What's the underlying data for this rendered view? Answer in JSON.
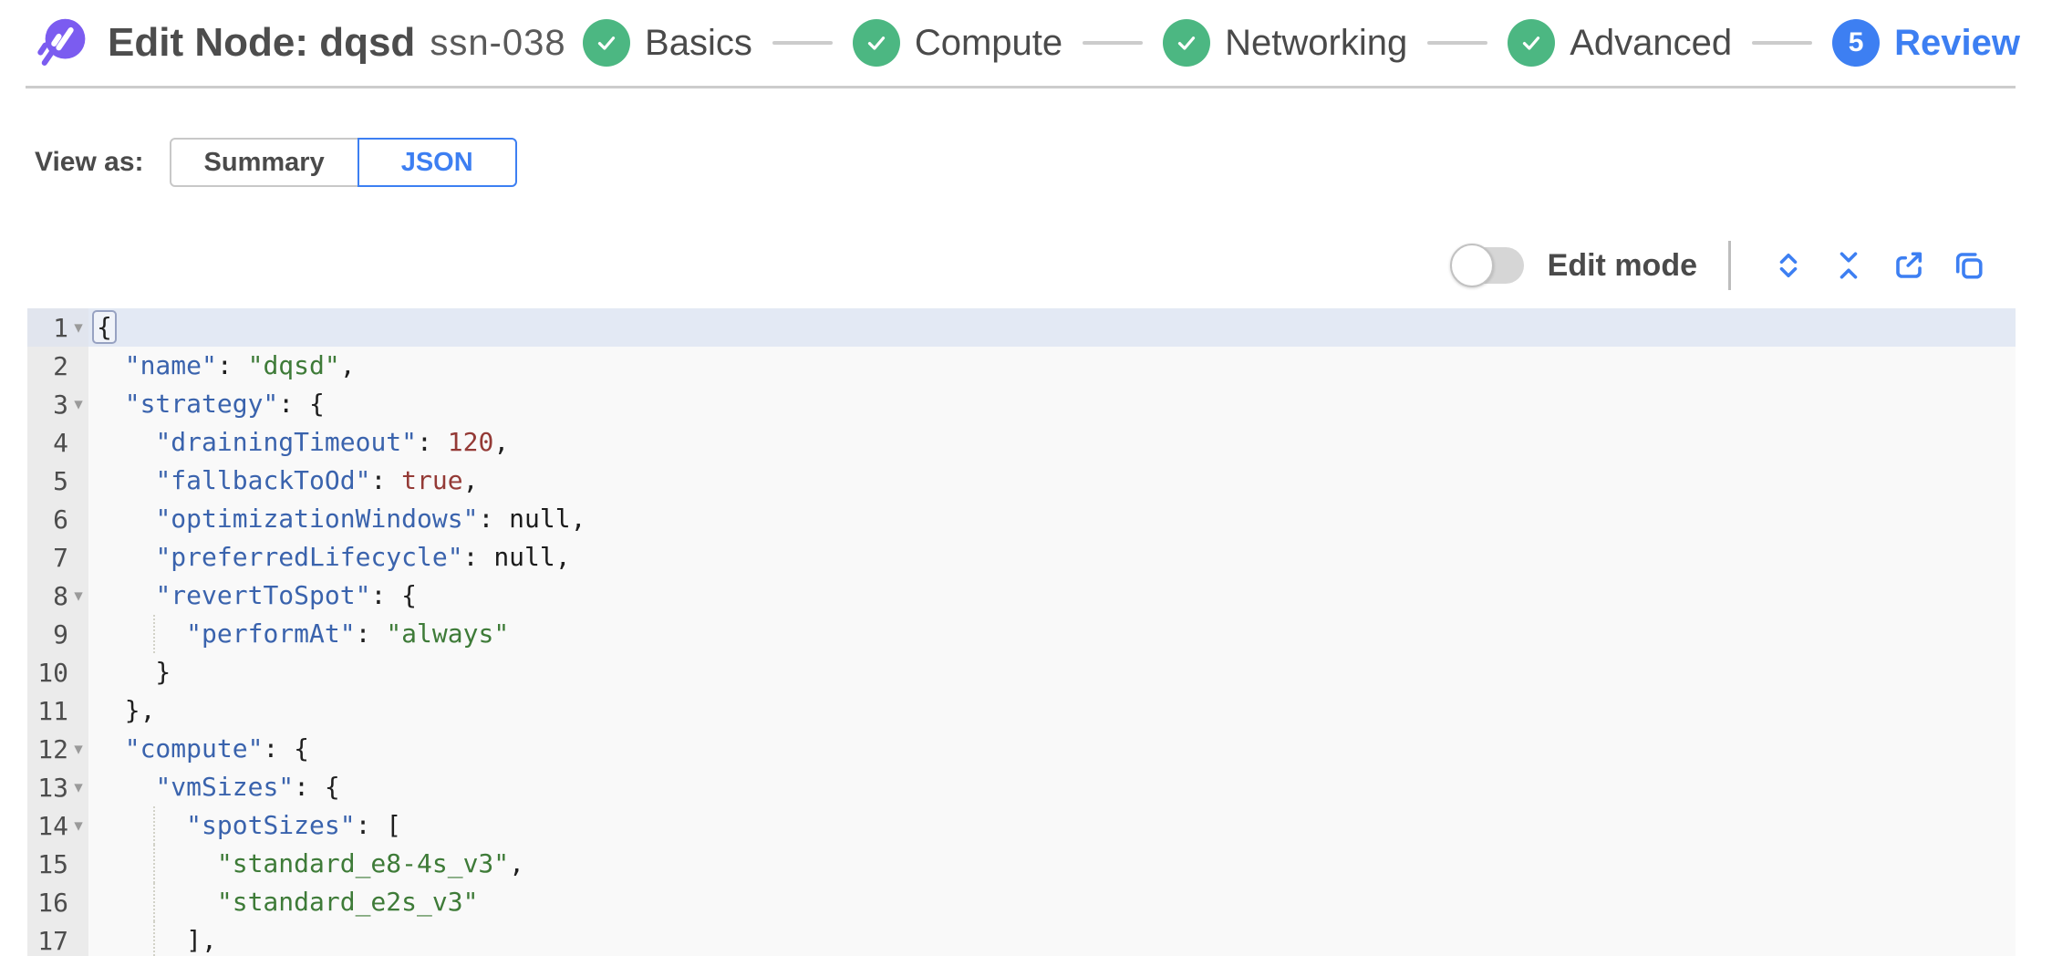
{
  "header": {
    "title": "Edit Node: dqsd",
    "subtitle": "ssn-038",
    "logo_color": "#7b5cf0"
  },
  "stepper": {
    "complete_color": "#4cb782",
    "current_color": "#3d7ff2",
    "steps": [
      {
        "label": "Basics",
        "state": "complete"
      },
      {
        "label": "Compute",
        "state": "complete"
      },
      {
        "label": "Networking",
        "state": "complete"
      },
      {
        "label": "Advanced",
        "state": "complete"
      },
      {
        "label": "Review",
        "state": "current",
        "number": "5"
      }
    ]
  },
  "view_as": {
    "label": "View as:",
    "options": [
      {
        "label": "Summary",
        "selected": false
      },
      {
        "label": "JSON",
        "selected": true
      }
    ]
  },
  "toolbar": {
    "edit_mode_label": "Edit mode",
    "edit_mode_on": false,
    "accent": "#3d7ff2",
    "icons": [
      "expand-all-icon",
      "collapse-all-icon",
      "export-icon",
      "copy-icon"
    ]
  },
  "editor": {
    "colors": {
      "key": "#3a63ad",
      "string": "#3e7b38",
      "number": "#943a36",
      "null": "#1c1c1c",
      "active_line": "#e3e9f4",
      "gutter_bg": "#ebebeb",
      "code_bg": "#f9f9f9"
    },
    "lines": [
      {
        "n": 1,
        "fold": true,
        "active": true,
        "segs": [
          [
            "cur",
            "{"
          ]
        ]
      },
      {
        "n": 2,
        "segs": [
          [
            "pln",
            "  "
          ],
          [
            "key",
            "\"name\""
          ],
          [
            "pln",
            ": "
          ],
          [
            "str",
            "\"dqsd\""
          ],
          [
            "pln",
            ","
          ]
        ]
      },
      {
        "n": 3,
        "fold": true,
        "segs": [
          [
            "pln",
            "  "
          ],
          [
            "key",
            "\"strategy\""
          ],
          [
            "pln",
            ": {"
          ]
        ]
      },
      {
        "n": 4,
        "segs": [
          [
            "pln",
            "    "
          ],
          [
            "key",
            "\"drainingTimeout\""
          ],
          [
            "pln",
            ": "
          ],
          [
            "num2",
            "120"
          ],
          [
            "pln",
            ","
          ]
        ]
      },
      {
        "n": 5,
        "segs": [
          [
            "pln",
            "    "
          ],
          [
            "key",
            "\"fallbackToOd\""
          ],
          [
            "pln",
            ": "
          ],
          [
            "num2",
            "true"
          ],
          [
            "pln",
            ","
          ]
        ]
      },
      {
        "n": 6,
        "segs": [
          [
            "pln",
            "    "
          ],
          [
            "key",
            "\"optimizationWindows\""
          ],
          [
            "pln",
            ": "
          ],
          [
            "nul",
            "null"
          ],
          [
            "pln",
            ","
          ]
        ]
      },
      {
        "n": 7,
        "segs": [
          [
            "pln",
            "    "
          ],
          [
            "key",
            "\"preferredLifecycle\""
          ],
          [
            "pln",
            ": "
          ],
          [
            "nul",
            "null"
          ],
          [
            "pln",
            ","
          ]
        ]
      },
      {
        "n": 8,
        "fold": true,
        "segs": [
          [
            "pln",
            "    "
          ],
          [
            "key",
            "\"revertToSpot\""
          ],
          [
            "pln",
            ": {"
          ]
        ]
      },
      {
        "n": 9,
        "guides": [
          4
        ],
        "segs": [
          [
            "pln",
            "      "
          ],
          [
            "key",
            "\"performAt\""
          ],
          [
            "pln",
            ": "
          ],
          [
            "str",
            "\"always\""
          ]
        ]
      },
      {
        "n": 10,
        "segs": [
          [
            "pln",
            "    }"
          ]
        ]
      },
      {
        "n": 11,
        "segs": [
          [
            "pln",
            "  },"
          ]
        ]
      },
      {
        "n": 12,
        "fold": true,
        "segs": [
          [
            "pln",
            "  "
          ],
          [
            "key",
            "\"compute\""
          ],
          [
            "pln",
            ": {"
          ]
        ]
      },
      {
        "n": 13,
        "fold": true,
        "segs": [
          [
            "pln",
            "    "
          ],
          [
            "key",
            "\"vmSizes\""
          ],
          [
            "pln",
            ": {"
          ]
        ]
      },
      {
        "n": 14,
        "fold": true,
        "guides": [
          4
        ],
        "segs": [
          [
            "pln",
            "      "
          ],
          [
            "key",
            "\"spotSizes\""
          ],
          [
            "pln",
            ": ["
          ]
        ]
      },
      {
        "n": 15,
        "guides": [
          4
        ],
        "segs": [
          [
            "pln",
            "        "
          ],
          [
            "str",
            "\"standard_e8-4s_v3\""
          ],
          [
            "pln",
            ","
          ]
        ]
      },
      {
        "n": 16,
        "guides": [
          4
        ],
        "segs": [
          [
            "pln",
            "        "
          ],
          [
            "str",
            "\"standard_e2s_v3\""
          ]
        ]
      },
      {
        "n": 17,
        "guides": [
          4
        ],
        "segs": [
          [
            "pln",
            "      ],"
          ]
        ]
      }
    ]
  }
}
